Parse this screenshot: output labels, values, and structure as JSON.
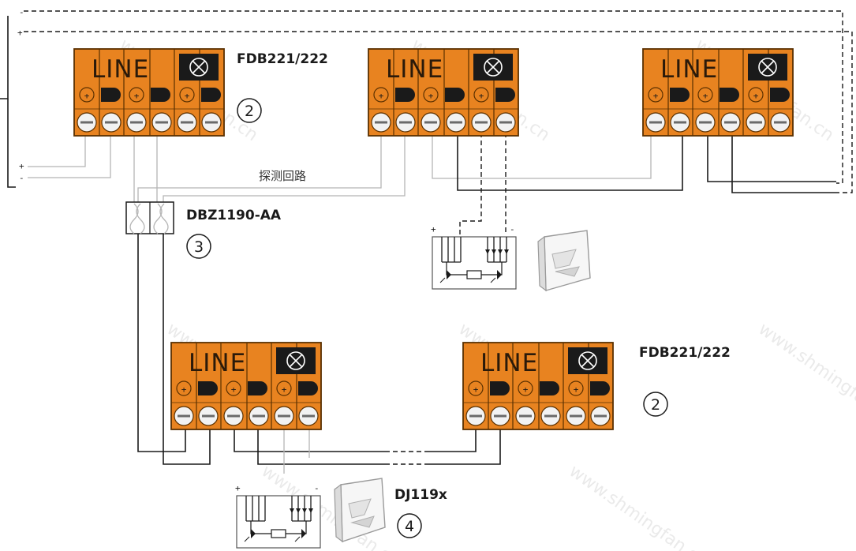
{
  "diagram": {
    "detector_base_label_top": "FDB221/222",
    "detector_base_label_bottom": "FDB221/222",
    "isolator_label": "DBZ1190-AA",
    "indicator_label": "DJ119x",
    "loop_label": "探测回路",
    "base_terminal_text": "LINE",
    "callout_base_top": "2",
    "callout_base_bottom": "2",
    "callout_isolator": "3",
    "callout_indicator": "4",
    "plus_sign": "+",
    "minus_sign": "-",
    "watermark_text": "www.shmingfan.cn",
    "colors": {
      "base_orange": "#e88320",
      "base_dark": "#1a1a1a",
      "wire": "#1a1a1a",
      "wire_grey": "#b5b5b5"
    }
  }
}
